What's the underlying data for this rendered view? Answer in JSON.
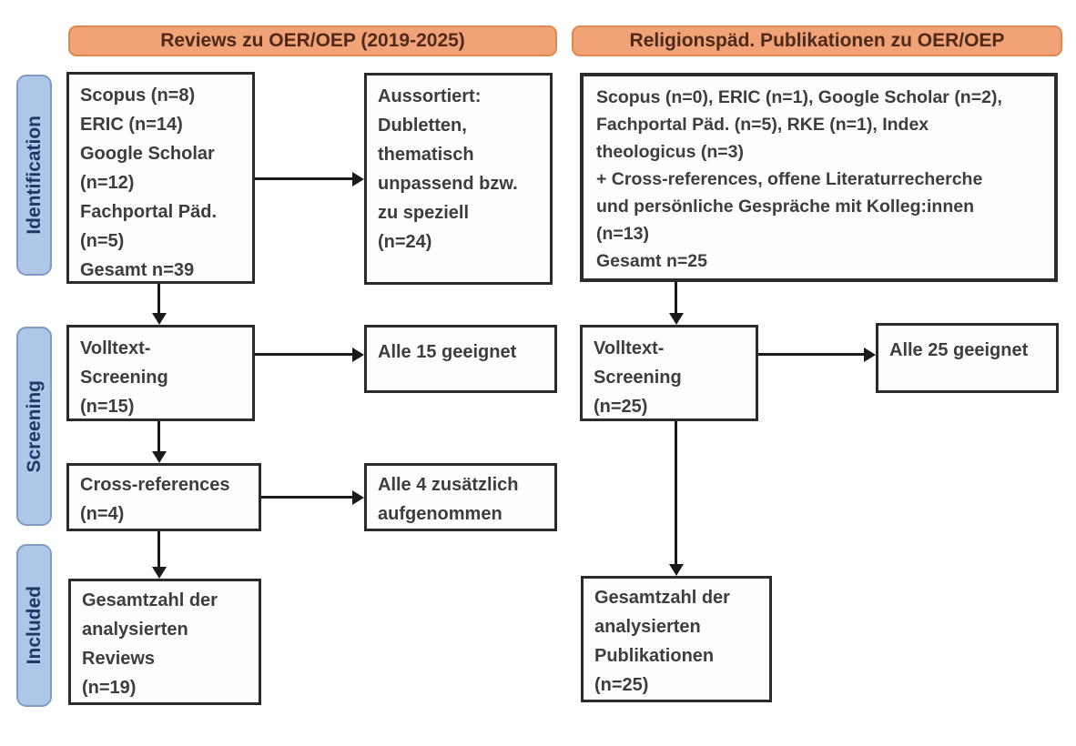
{
  "headers": {
    "left": "Reviews zu OER/OEP (2019-2025)",
    "right": "Religionspäd. Publikationen zu OER/OEP"
  },
  "stages": {
    "identification": "Identification",
    "screening": "Screening",
    "included": "Included"
  },
  "boxes": {
    "left_sources": "Scopus (n=8)\nERIC (n=14)\nGoogle Scholar\n(n=12)\nFachportal Päd.\n(n=5)\nGesamt n=39",
    "left_excluded": "Aussortiert:\nDubletten,\nthematisch\nunpassend bzw.\nzu speziell\n(n=24)",
    "right_sources": "Scopus (n=0), ERIC (n=1), Google Scholar (n=2),\nFachportal Päd. (n=5), RKE (n=1), Index\ntheologicus (n=3)\n+ Cross-references, offene Literaturrecherche\nund persönliche Gespräche mit Kolleg:innen\n(n=13)\nGesamt n=25",
    "left_fulltext": "Volltext-\nScreening\n(n=15)",
    "left_eligible": "Alle 15 geeignet",
    "right_fulltext": "Volltext-\nScreening\n(n=25)",
    "right_eligible": "Alle 25 geeignet",
    "left_crossref": "Cross-references\n(n=4)",
    "left_added": "Alle 4 zusätzlich\naufgenommen",
    "left_total": "Gesamtzahl der\nanalysierten\nReviews\n(n=19)",
    "right_total": "Gesamtzahl der\nanalysierten\nPublikationen\n(n=25)"
  },
  "colors": {
    "header_fill": "#F1A276",
    "header_border": "#E08850",
    "header_text": "#4E2A1A",
    "stage_fill": "#AEC6E8",
    "stage_border": "#8399C2",
    "stage_text": "#1F3864",
    "box_border": "#2B2B2B",
    "box_text": "#3D3D3D",
    "arrow": "#1A1A1A"
  }
}
